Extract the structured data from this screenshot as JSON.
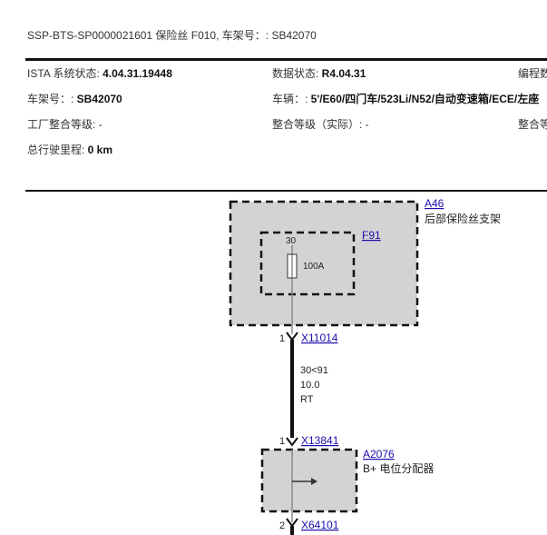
{
  "header": {
    "title": "SSP-BTS-SP0000021601 保险丝 F010, 车架号：: SB42070"
  },
  "vehicle_info": {
    "ista_label": "ISTA 系统状态: ",
    "ista_value": "4.04.31.19448",
    "data_label": "数据状态: ",
    "data_value": "R4.04.31",
    "prog_label": "编程数",
    "vin_label": "车架号：: ",
    "vin_value": "SB42070",
    "vehicle_label": "车辆：: ",
    "vehicle_value": "5'/E60/四门车/523Li/N52/自动变速箱/ECE/左座",
    "factory_level_label": "工厂整合等级: -",
    "actual_level_label": "整合等级（实际）: -",
    "level_cut_label": "整合等",
    "mileage_label": "总行驶里程: ",
    "mileage_value": "0 km"
  },
  "diagram": {
    "a46_link": "A46",
    "a46_desc": "后部保险丝支架",
    "f91_link": "F91",
    "fuse_pin": "30",
    "fuse_rating": "100A",
    "x11014_pin": "1",
    "x11014_link": "X11014",
    "wire_signal": "30<91",
    "wire_size": "10.0",
    "wire_color": "RT",
    "x13841_pin": "1",
    "x13841_link": "X13841",
    "a2076_link": "A2076",
    "a2076_desc": "B+ 电位分配器",
    "x64101_pin": "2",
    "x64101_link": "X64101",
    "colors": {
      "link": "#1a0dab",
      "component_fill": "#d3d3d3",
      "rule": "#111111"
    }
  }
}
